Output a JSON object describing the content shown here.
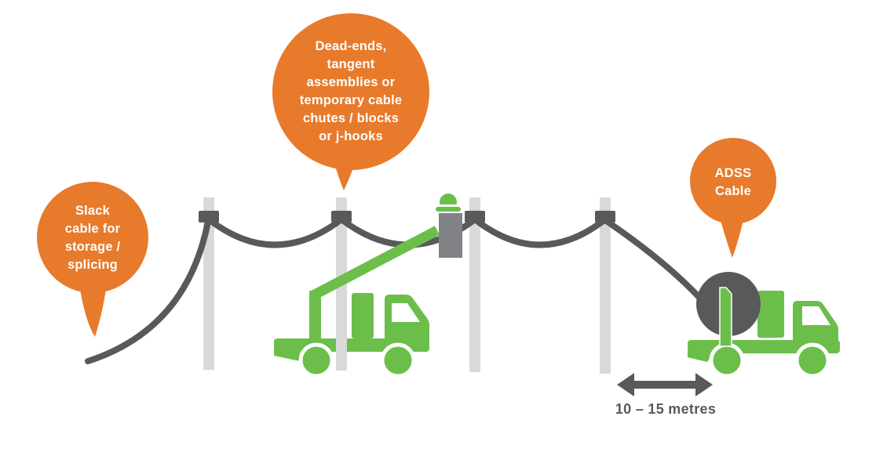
{
  "diagram": {
    "description": "ADSS aerial fibre cable installation diagram",
    "bubbles": {
      "slack": {
        "lines": [
          "Slack",
          "cable for",
          "storage /",
          "splicing"
        ]
      },
      "assemblies": {
        "lines": [
          "Dead-ends,",
          "tangent",
          "assemblies or",
          "temporary cable",
          "chutes / blocks",
          "or j-hooks"
        ]
      },
      "adss": {
        "lines": [
          "ADSS",
          "Cable"
        ]
      }
    },
    "measurement": {
      "label": "10 – 15 metres"
    },
    "icons": [
      "utility-pole",
      "cable-clamp",
      "aerial-cable",
      "slack-cable",
      "bucket-truck",
      "boom-arm",
      "bucket",
      "worker-hard-hat",
      "cable-reel-truck",
      "cable-reel",
      "double-arrow"
    ],
    "colors": {
      "bubble_orange": "#E87A2B",
      "truck_green": "#6CBE4B",
      "cable_dark_gray": "#58595B",
      "bucket_mid_gray": "#808285",
      "pole_light_gray": "#D9D9D9",
      "background": "#FFFFFF",
      "text_white": "#FFFFFF"
    }
  }
}
